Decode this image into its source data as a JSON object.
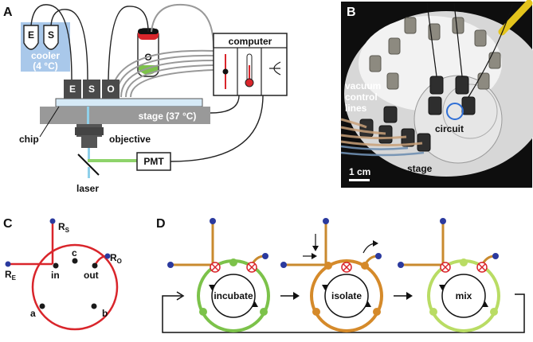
{
  "panels": {
    "a": {
      "letter": "A",
      "cooler": "cooler",
      "cooler_temp": "(4 °C)",
      "vial_e": "E",
      "vial_s": "S",
      "vial_o": "O",
      "chip_e": "E",
      "chip_s": "S",
      "chip_o": "O",
      "computer": "computer",
      "stage": "stage (37 °C)",
      "chip": "chip",
      "objective": "objective",
      "pmt": "PMT",
      "laser": "laser"
    },
    "b": {
      "letter": "B",
      "vacuum": [
        "vacuum",
        "control",
        "lines"
      ],
      "circuit": "circuit",
      "stage": "stage",
      "scale": "1 cm"
    },
    "c": {
      "letter": "C",
      "rs": "R",
      "rs_sub": "S",
      "ro": "R",
      "ro_sub": "O",
      "re": "R",
      "re_sub": "E",
      "c": "c",
      "in": "in",
      "out": "out",
      "a": "a",
      "b": "b"
    },
    "d": {
      "letter": "D",
      "steps": [
        "incubate",
        "isolate",
        "mix"
      ]
    }
  },
  "colors": {
    "red_loop": "#d9252b",
    "brown_channel": "#c98a2e",
    "green_loop": "#7cc24a",
    "light_green_loop": "#b9dc64",
    "orange_loop": "#d58a2a",
    "node_blue": "#2b3a9e",
    "cooler_blue": "#a9c8ea"
  }
}
